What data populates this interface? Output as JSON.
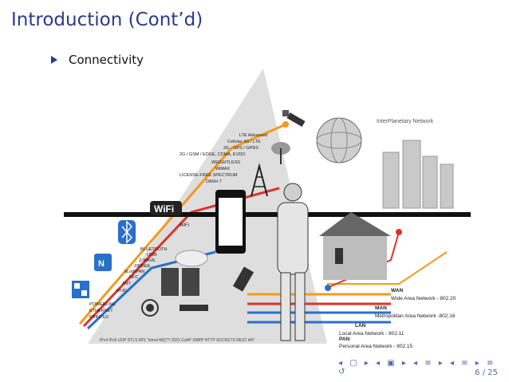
{
  "slide": {
    "title": "Introduction (Cont’d)",
    "bullet": "Connectivity",
    "page_number": "6 / 25",
    "nav_icons": "◂ ▢ ▸ ◂ ▣ ▸ ◂ ≡ ▸ ◂ ≡ ▸ ≡ ↺"
  },
  "figure": {
    "cellular_lines": [
      "LTE Advanced",
      "Cellular 4G / LTE",
      "3G - GPS / GPRS",
      "2G / GSM / EDGE, CDMA, EVDO",
      "WEIGHTLESS",
      "WiMAX",
      "LICENSE-FREE SPECTRUM",
      "DASH 7"
    ],
    "wifi_label": "WiFi",
    "wifi_logo": "WiFi",
    "short_range_lines": [
      "BLUETOOTH",
      "UWB",
      "Z-WAVE",
      "ZIGBEE",
      "6LoWPAN",
      "NFC",
      "ANT",
      "RFID"
    ],
    "wired_lines": [
      "POWERLINE",
      "ETHERNET",
      "PRINTED"
    ],
    "interplanetary_label": "InterPlanetary Network",
    "networks": [
      {
        "abbr": "WAN",
        "full": "Wide Area Network - 802.20"
      },
      {
        "abbr": "MAN",
        "full": "Metropolitan Area Network -802.16"
      },
      {
        "abbr": "LAN",
        "full": "Local Area Network - 802.11"
      },
      {
        "abbr": "PAN",
        "full": "Personal Area Network - 802.15"
      }
    ],
    "protocols": "IPv4 IPv6 UDP DTLS RPL Telnet MQTT DDS CoAP XMPP HTTP SOCKETS REST API",
    "colors": {
      "orange": "#f39a1e",
      "red": "#e0322a",
      "blue": "#2a6fc9",
      "gray": "#bfbfbf",
      "dark": "#222222"
    }
  }
}
